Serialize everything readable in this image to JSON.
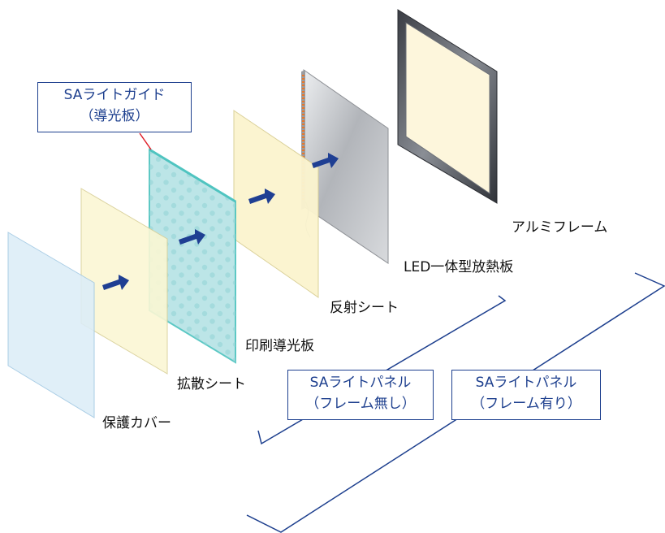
{
  "layers": {
    "protective_cover": "保護カバー",
    "diffusion_sheet": "拡散シート",
    "printed_light_guide": "印刷導光板",
    "reflective_sheet": "反射シート",
    "led_heatsink": "LED一体型放熱板",
    "aluminum_frame": "アルミフレーム"
  },
  "callouts": {
    "sa_light_guide": {
      "line1": "SAライトガイド",
      "line2": "（導光板）"
    },
    "panel_no_frame": {
      "line1": "SAライトパネル",
      "line2": "（フレーム無し）"
    },
    "panel_with_frame": {
      "line1": "SAライトパネル",
      "line2": "（フレーム有り）"
    }
  },
  "colors": {
    "cover": "#dcedf8",
    "diffuser": "#fbf7d4",
    "light_guide": "#b7e3e6",
    "light_guide_edge": "#4fc4c0",
    "reflector": "#fbf4cf",
    "heatsink": "#c7c9cd",
    "frame": "#5a5e66",
    "frame_inner": "#fdf6dc",
    "arrow": "#1f3f93",
    "bracket": "#1d3f8e",
    "leader": "#e0202a",
    "led_strip": "#e8772a"
  }
}
